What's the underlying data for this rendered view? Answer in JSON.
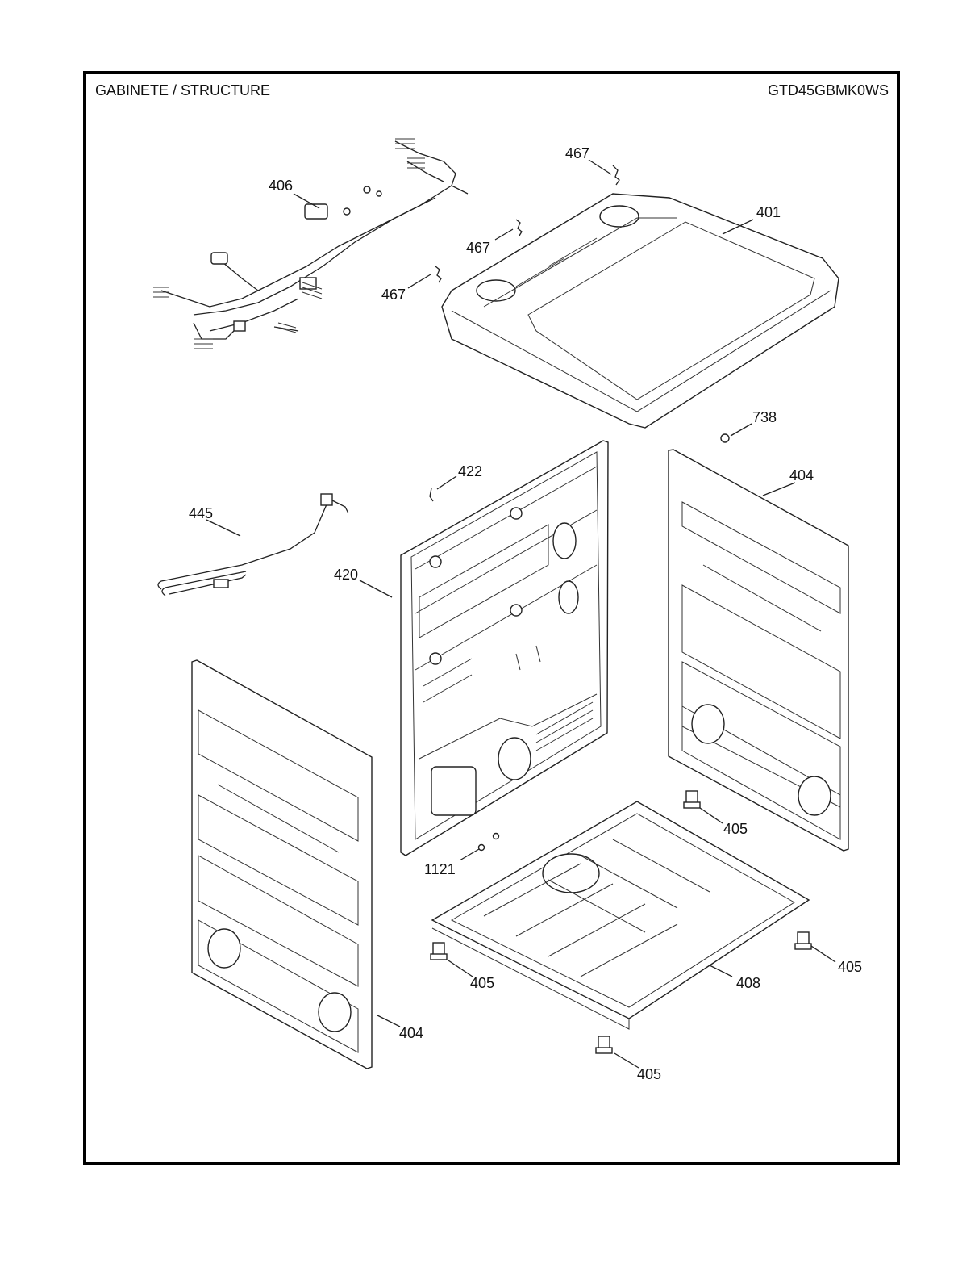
{
  "header": {
    "title": "GABINETE / STRUCTURE",
    "model": "GTD45GBMK0WS"
  },
  "callouts": {
    "c467a": "467",
    "c467b": "467",
    "c467c": "467",
    "c406": "406",
    "c401": "401",
    "c738": "738",
    "c422": "422",
    "c404a": "404",
    "c445": "445",
    "c420": "420",
    "c405a": "405",
    "c1121": "1121",
    "c405b": "405",
    "c405c": "405",
    "c408": "408",
    "c404b": "404",
    "c405d": "405"
  }
}
